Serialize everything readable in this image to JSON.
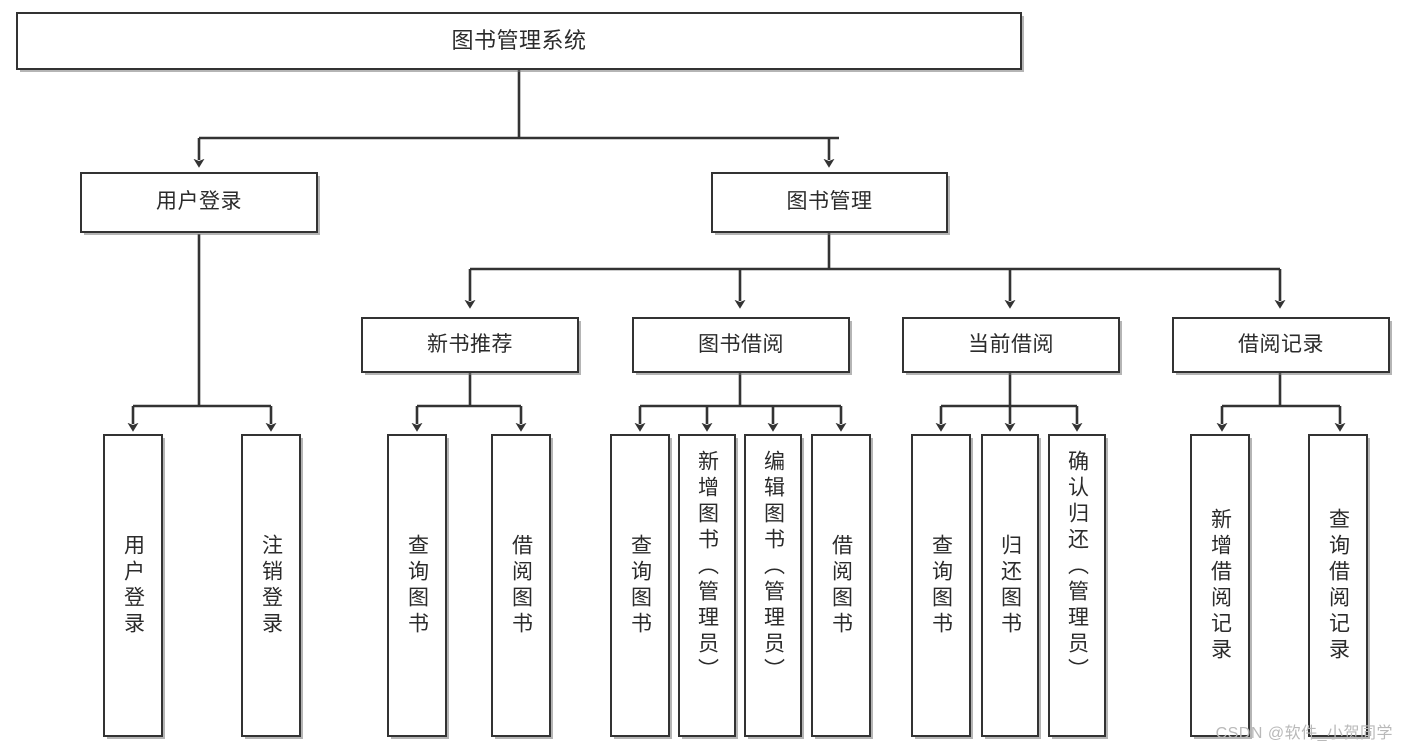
{
  "diagram": {
    "type": "tree-hierarchy",
    "title": "图书管理系统",
    "watermark": "CSDN @软件_小贺同学",
    "colors": {
      "background": "#ffffff",
      "node_border": "#333333",
      "node_fill": "#ffffff",
      "connector": "#333333",
      "text": "#2b2b2b",
      "watermark": "#b9b9b9"
    },
    "root": {
      "label": "图书管理系统",
      "orientation": "horizontal"
    },
    "level1": [
      {
        "id": "user-login",
        "label": "用户登录",
        "orientation": "horizontal"
      },
      {
        "id": "book-manage",
        "label": "图书管理",
        "orientation": "horizontal"
      }
    ],
    "level2": [
      {
        "id": "new-book-rec",
        "label": "新书推荐",
        "orientation": "horizontal",
        "parent": "book-manage"
      },
      {
        "id": "book-borrow",
        "label": "图书借阅",
        "orientation": "horizontal",
        "parent": "book-manage"
      },
      {
        "id": "current-borrow",
        "label": "当前借阅",
        "orientation": "horizontal",
        "parent": "book-manage"
      },
      {
        "id": "borrow-record",
        "label": "借阅记录",
        "orientation": "horizontal",
        "parent": "book-manage"
      }
    ],
    "leaves": [
      {
        "id": "leaf-user-login",
        "label": "用户登录",
        "orientation": "vertical",
        "parent": "user-login"
      },
      {
        "id": "leaf-logout",
        "label": "注销登录",
        "orientation": "vertical",
        "parent": "user-login"
      },
      {
        "id": "leaf-query-book-a",
        "label": "查询图书",
        "orientation": "vertical",
        "parent": "new-book-rec"
      },
      {
        "id": "leaf-borrow-book-a",
        "label": "借阅图书",
        "orientation": "vertical",
        "parent": "new-book-rec"
      },
      {
        "id": "leaf-query-book-b",
        "label": "查询图书",
        "orientation": "vertical",
        "parent": "book-borrow"
      },
      {
        "id": "leaf-add-book",
        "label": "新增图书（管理员）",
        "orientation": "vertical",
        "parent": "book-borrow"
      },
      {
        "id": "leaf-edit-book",
        "label": "编辑图书（管理员）",
        "orientation": "vertical",
        "parent": "book-borrow"
      },
      {
        "id": "leaf-borrow-book-b",
        "label": "借阅图书",
        "orientation": "vertical",
        "parent": "book-borrow"
      },
      {
        "id": "leaf-query-book-c",
        "label": "查询图书",
        "orientation": "vertical",
        "parent": "current-borrow"
      },
      {
        "id": "leaf-return-book",
        "label": "归还图书",
        "orientation": "vertical",
        "parent": "current-borrow"
      },
      {
        "id": "leaf-confirm-return",
        "label": "确认归还（管理员）",
        "orientation": "vertical",
        "parent": "current-borrow"
      },
      {
        "id": "leaf-add-record",
        "label": "新增借阅记录",
        "orientation": "vertical",
        "parent": "borrow-record"
      },
      {
        "id": "leaf-query-record",
        "label": "查询借阅记录",
        "orientation": "vertical",
        "parent": "borrow-record"
      }
    ]
  }
}
